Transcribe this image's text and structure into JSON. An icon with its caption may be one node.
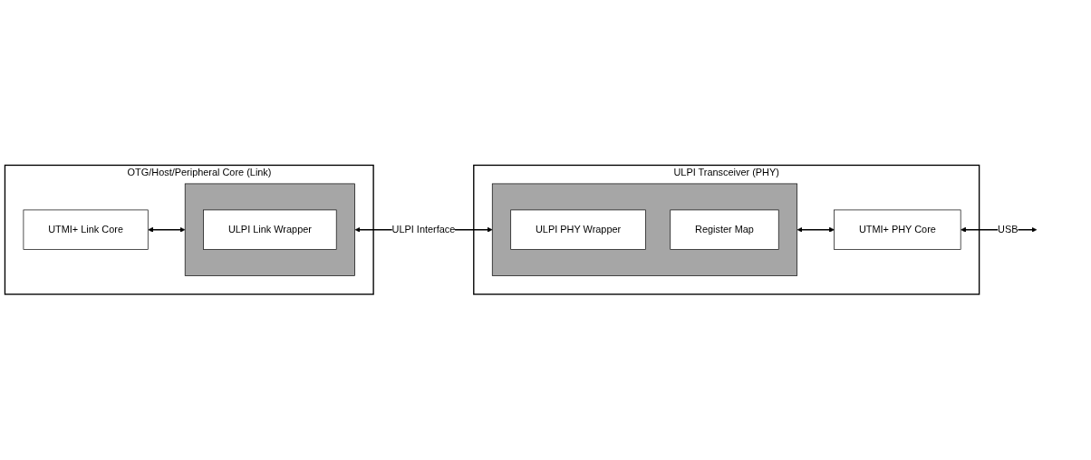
{
  "diagram": {
    "nodes": [
      {
        "text": [
          "OTG/Host/Peripheral Core (Link)"
        ]
      },
      {
        "text": [
          "UTMI+ Link Core"
        ],
        "in": 0
      },
      {
        "text": [],
        "shape": "box",
        "in": 0
      },
      {
        "text": [
          "ULPI Link Wrapper"
        ],
        "in": 2
      },
      {
        "text": [
          "ULPI Transceiver (PHY)"
        ]
      },
      {
        "text": [],
        "shape": "box",
        "in": 4
      },
      {
        "text": [
          "ULPI PHY Wrapper"
        ],
        "in": 5
      },
      {
        "text": [
          "Register Map"
        ],
        "in": 5
      },
      {
        "text": [
          "UTMI+ PHY Core"
        ],
        "in": 4
      }
    ],
    "edges": [
      {
        "from": 1,
        "to": 2,
        "arrow": "both"
      },
      {
        "from": 2,
        "to": 5,
        "arrow": "both",
        "label": "ULPI Interface"
      },
      {
        "from": 5,
        "to": 8,
        "arrow": "both"
      },
      {
        "from": 8,
        "to": null,
        "arrow": "both",
        "label": "USB"
      }
    ]
  }
}
